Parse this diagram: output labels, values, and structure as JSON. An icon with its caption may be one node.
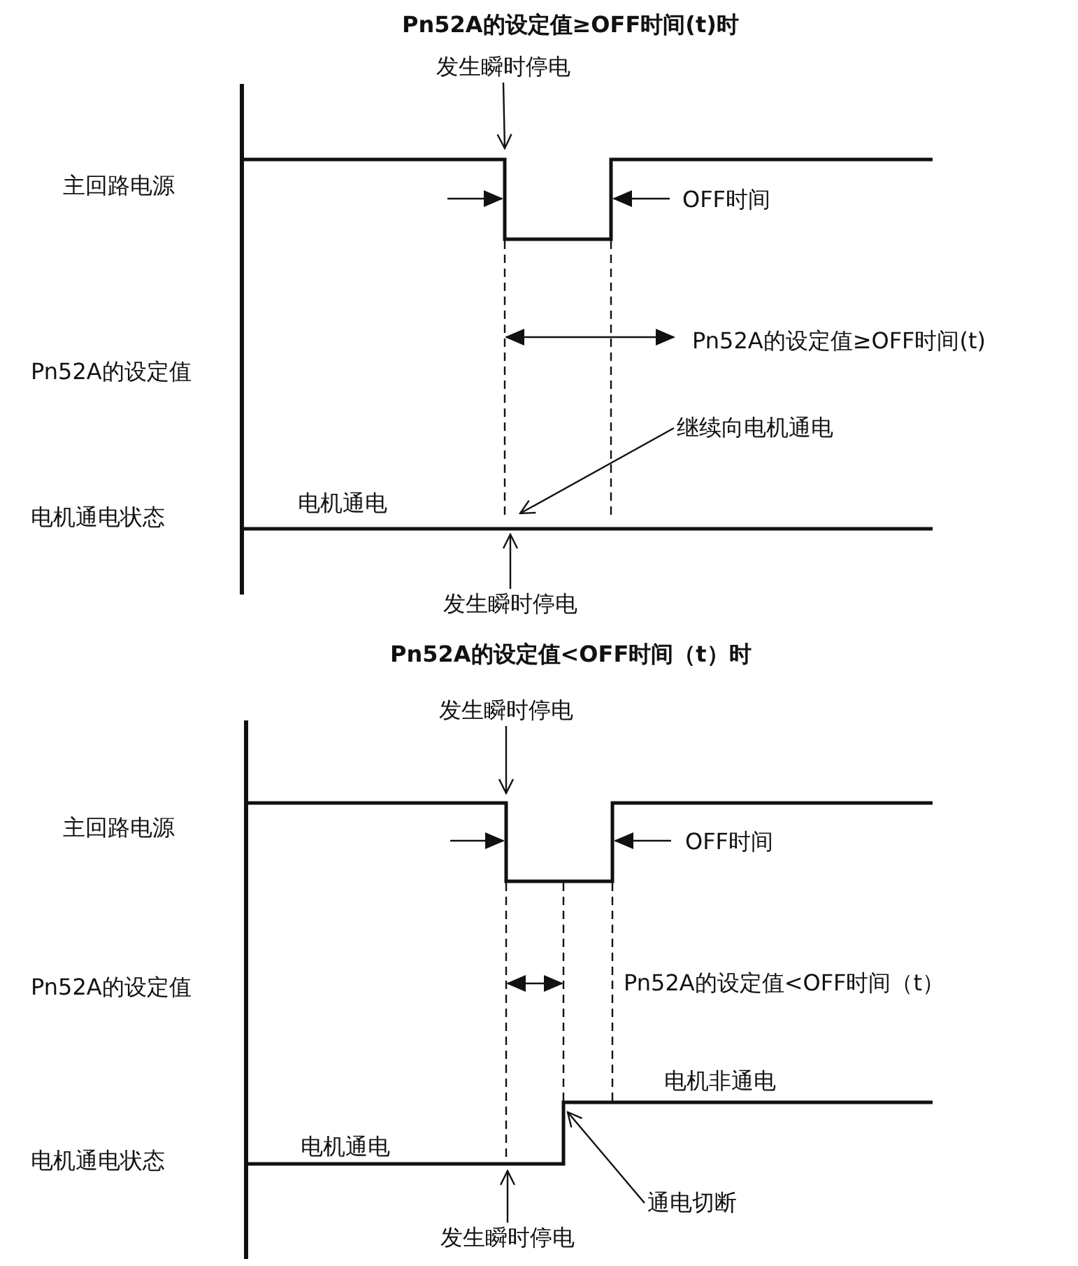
{
  "diagram": {
    "nodes": [
      {
        "text": [
          "发生瞬时停电"
        ]
      },
      {
        "text": [
          "继续向电机通电"
        ]
      },
      {
        "text": [
          "发生瞬时停电"
        ]
      },
      {
        "text": [
          "发生瞬时停电"
        ]
      },
      {
        "text": [
          "通电切断"
        ]
      },
      {
        "text": [
          "发生瞬时停电"
        ]
      }
    ],
    "edges": [
      {
        "from": 0,
        "to": null,
        "arrow": "to"
      },
      {
        "from": 1,
        "to": null,
        "arrow": "to"
      },
      {
        "from": 2,
        "to": null,
        "arrow": "to"
      },
      {
        "from": 3,
        "to": null,
        "arrow": "to"
      },
      {
        "from": 4,
        "to": null,
        "arrow": "to"
      },
      {
        "from": 5,
        "to": null,
        "arrow": "to"
      }
    ],
    "labels": [
      "Pn52A的设定值≥OFF时间(t)时",
      "主回路电源",
      "OFF时间",
      "Pn52A的设定值",
      "Pn52A的设定值≥OFF时间(t)",
      "电机通电状态",
      "电机通电",
      "Pn52A的设定值<OFF时间（t）时",
      "主回路电源",
      "OFF时间",
      "Pn52A的设定值",
      "Pn52A的设定值<OFF时间（t）",
      "电机非通电",
      "电机通电状态",
      "电机通电"
    ]
  }
}
